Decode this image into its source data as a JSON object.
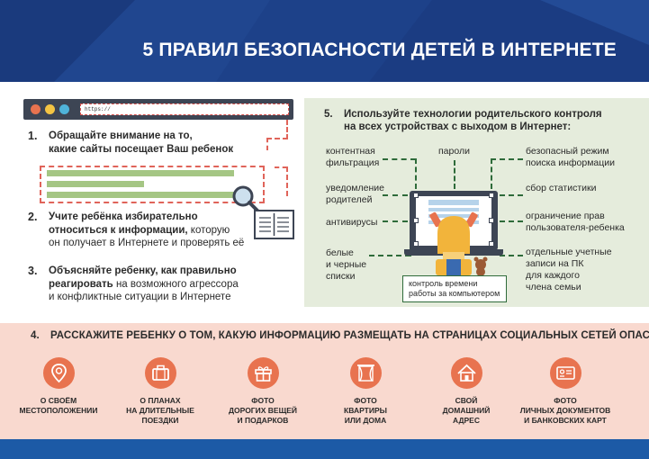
{
  "title": "5 ПРАВИЛ БЕЗОПАСНОСТИ ДЕТЕЙ В ИНТЕРНЕТЕ",
  "browser": {
    "url": "https://"
  },
  "colors": {
    "header": "#1c3f86",
    "footer": "#1c5aa6",
    "accent": "#e8734f",
    "panel": "#e5ecdc",
    "pink": "#f9d9cf",
    "dash": "#e0645a"
  },
  "rules": {
    "r1": {
      "num": "1.",
      "line1": "Обращайте внимание на то,",
      "line2": "какие сайты посещает Ваш ребенок"
    },
    "r2": {
      "num": "2.",
      "b1": "Учите ребёнка избирательно",
      "b2": "относиться к информации,",
      "t2": " которую",
      "t3": "он получает в Интернете и проверять её"
    },
    "r3": {
      "num": "3.",
      "b1": "Объясняйте ребенку, как правильно",
      "b2": "реагировать",
      "t2": " на возможного агрессора",
      "t3": "и конфликтные ситуации в Интернете"
    }
  },
  "panel": {
    "num": "5.",
    "line1": "Используйте технологии родительского контроля",
    "line2": "на всех устройствах с выходом в Интернет:",
    "labels": {
      "content_filter_1": "контентная",
      "content_filter_2": "фильтрация",
      "passwords": "пароли",
      "safe_search_1": "безопасный режим",
      "safe_search_2": "поиска информации",
      "notify_1": "уведомление",
      "notify_2": "родителей",
      "stats": "сбор статистики",
      "antivirus": "антивирусы",
      "restrict_1": "ограничение прав",
      "restrict_2": "пользователя-ребенка",
      "lists_1": "белые",
      "lists_2": "и черные",
      "lists_3": "списки",
      "accounts_1": "отдельные учетные",
      "accounts_2": "записи на ПК",
      "accounts_3": "для каждого",
      "accounts_4": "члена семьи",
      "time_1": "контроль времени",
      "time_2": "работы за компьютером"
    }
  },
  "social": {
    "num": "4.",
    "heading": "РАССКАЖИТЕ РЕБЕНКУ О ТОМ, КАКУЮ ИНФОРМАЦИЮ РАЗМЕЩАТЬ НА СТРАНИЦАХ СОЦИАЛЬНЫХ СЕТЕЙ ОПАСНО:",
    "items": [
      {
        "icon": "location-pin-icon",
        "l1": "О СВОЁМ",
        "l2": "МЕСТОПОЛОЖЕНИИ",
        "l3": ""
      },
      {
        "icon": "suitcase-icon",
        "l1": "О ПЛАНАХ",
        "l2": "НА ДЛИТЕЛЬНЫЕ",
        "l3": "ПОЕЗДКИ"
      },
      {
        "icon": "gift-icon",
        "l1": "ФОТО",
        "l2": "ДОРОГИХ ВЕЩЕЙ",
        "l3": "И ПОДАРКОВ"
      },
      {
        "icon": "window-curtains-icon",
        "l1": "ФОТО",
        "l2": "КВАРТИРЫ",
        "l3": "ИЛИ ДОМА"
      },
      {
        "icon": "house-icon",
        "l1": "СВОЙ",
        "l2": "ДОМАШНИЙ",
        "l3": "АДРЕС"
      },
      {
        "icon": "id-card-icon",
        "l1": "ФОТО",
        "l2": "ЛИЧНЫХ ДОКУМЕНТОВ",
        "l3": "И БАНКОВСКИХ КАРТ"
      }
    ]
  }
}
